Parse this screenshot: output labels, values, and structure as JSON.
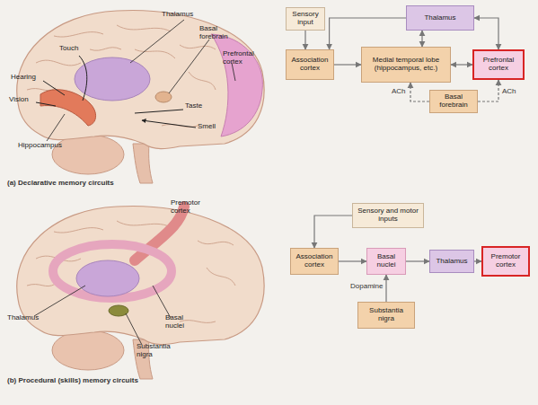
{
  "diagram": {
    "nodes": [
      {
        "text": [
          "Sensory input"
        ]
      },
      {
        "text": [
          "Association cortex"
        ]
      },
      {
        "text": [
          "Medial temporal lobe (hippocampus, etc.)"
        ]
      },
      {
        "text": [
          "Thalamus"
        ]
      },
      {
        "text": [
          "Prefrontal cortex"
        ]
      },
      {
        "text": [
          "Basal forebrain"
        ]
      },
      {
        "text": [
          "Sensory and motor inputs"
        ]
      },
      {
        "text": [
          "Association cortex"
        ]
      },
      {
        "text": [
          "Basal nuclei"
        ]
      },
      {
        "text": [
          "Thalamus"
        ]
      },
      {
        "text": [
          "Premotor cortex"
        ]
      },
      {
        "text": [
          "Substantia nigra"
        ]
      }
    ],
    "edges": [
      {
        "from": 0,
        "to": 1,
        "arrow": "to"
      },
      {
        "from": 1,
        "to": 2,
        "arrow": "to"
      },
      {
        "from": 2,
        "to": 4,
        "arrow": "both"
      },
      {
        "from": 2,
        "to": 3,
        "arrow": "both"
      },
      {
        "from": 3,
        "to": 4,
        "arrow": "both"
      },
      {
        "from": 3,
        "to": 1,
        "arrow": "to"
      },
      {
        "from": 5,
        "to": 2,
        "label": "ACh",
        "arrow": "to"
      },
      {
        "from": 5,
        "to": 4,
        "label": "ACh",
        "arrow": "to"
      },
      {
        "from": 6,
        "to": 7,
        "arrow": "to"
      },
      {
        "from": 7,
        "to": 8,
        "arrow": "to"
      },
      {
        "from": 8,
        "to": 9,
        "arrow": "to"
      },
      {
        "from": 9,
        "to": 10,
        "arrow": "to"
      },
      {
        "from": 11,
        "to": 8,
        "label": "Dopamine",
        "arrow": "to"
      }
    ],
    "labels": [
      "Thalamus",
      "Basal forebrain",
      "Prefrontal cortex",
      "Touch",
      "Hearing",
      "Vision",
      "Taste",
      "Smell",
      "Hippocampus",
      "(a) Declarative memory circuits",
      "Premotor cortex",
      "Thalamus",
      "Basal nuclei",
      "Substantia nigra",
      "(b) Procedural (skills) memory circuits"
    ]
  }
}
